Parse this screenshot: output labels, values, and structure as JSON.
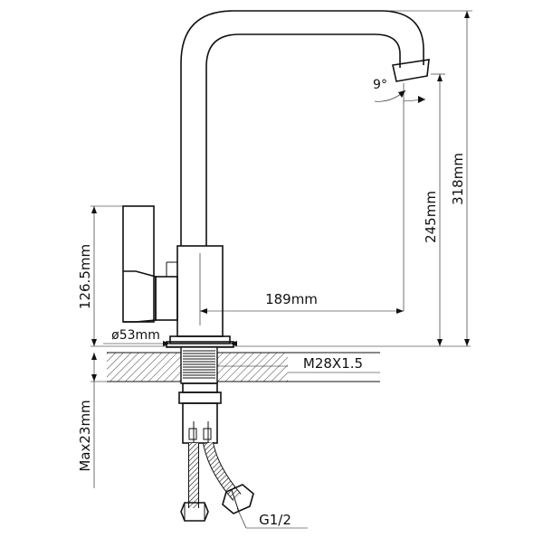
{
  "dimensions": {
    "height_total": "318mm",
    "height_spout": "245mm",
    "reach": "189mm",
    "body_height": "126.5mm",
    "base_diameter": "ø53mm",
    "thread": "M28X1.5",
    "max_thickness": "Max23mm",
    "inlet_thread": "G1/2",
    "swivel_angle": "9°"
  },
  "colors": {
    "line": "#111111",
    "background": "#ffffff"
  }
}
